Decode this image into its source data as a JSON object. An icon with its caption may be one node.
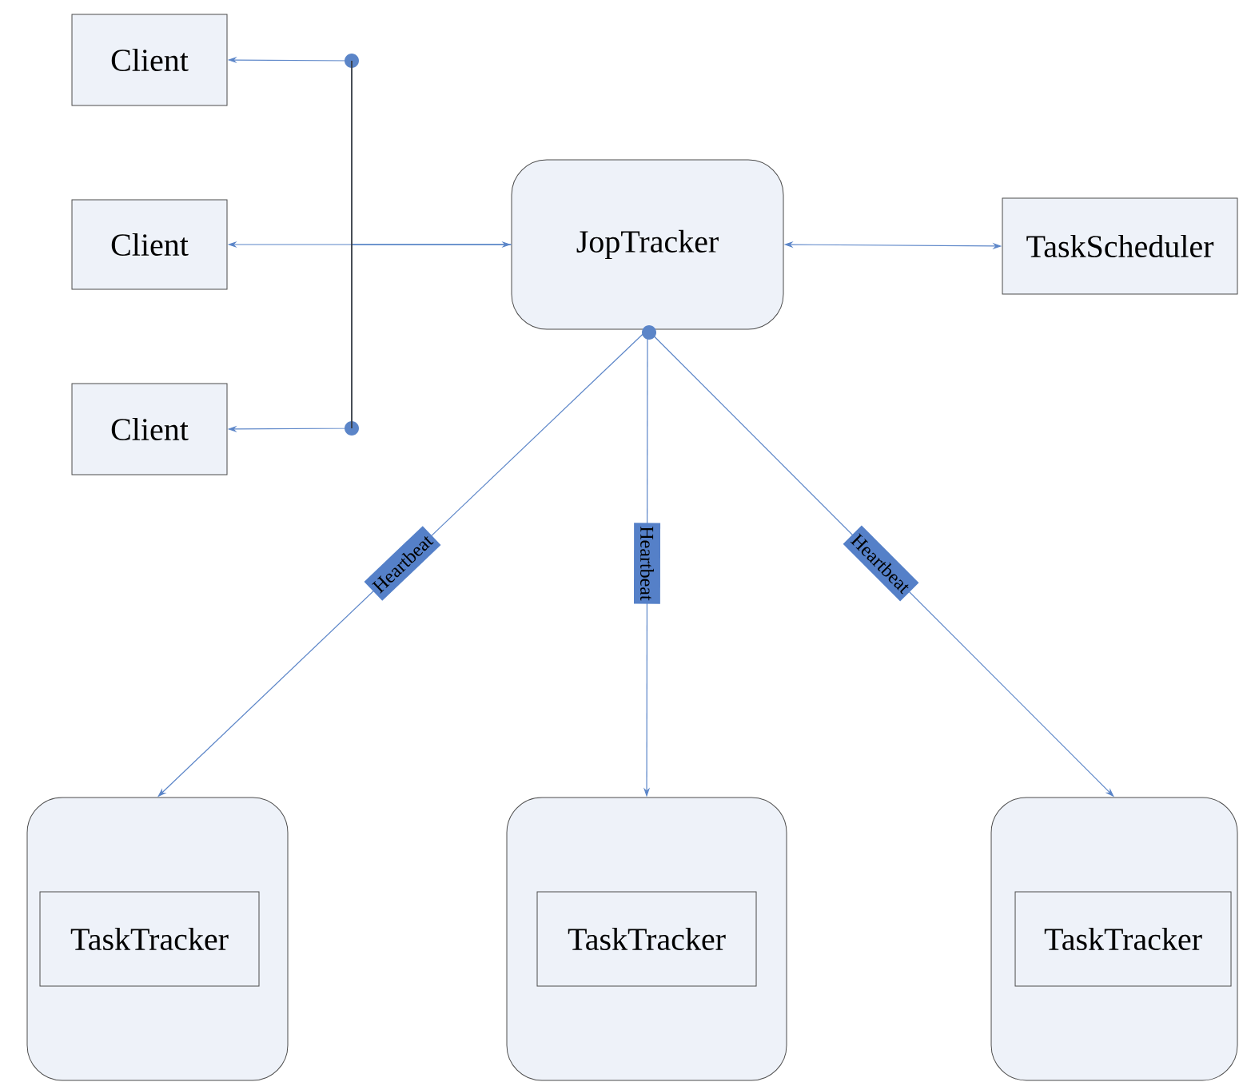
{
  "diagram": {
    "nodes": [
      {
        "text": [
          "Client"
        ]
      },
      {
        "text": [
          "Client"
        ]
      },
      {
        "text": [
          "Client"
        ]
      },
      {
        "text": [
          "JopTracker"
        ]
      },
      {
        "text": [
          "TaskScheduler"
        ]
      },
      {
        "text": [],
        "shape": "box"
      },
      {
        "text": [
          "TaskTracker"
        ],
        "in": 5
      },
      {
        "text": [],
        "shape": "box"
      },
      {
        "text": [
          "TaskTracker"
        ],
        "in": 7
      },
      {
        "text": [],
        "shape": "box"
      },
      {
        "text": [
          "TaskTracker"
        ],
        "in": 9
      }
    ],
    "edges": [
      {
        "from": 3,
        "to": 0,
        "arrow": "to"
      },
      {
        "from": 3,
        "to": 1,
        "arrow": "both"
      },
      {
        "from": 3,
        "to": 2,
        "arrow": "to"
      },
      {
        "from": 3,
        "to": 4,
        "arrow": "both"
      },
      {
        "from": 3,
        "to": 5,
        "arrow": "to",
        "label": "Heartbeat"
      },
      {
        "from": 3,
        "to": 7,
        "arrow": "to",
        "label": "Heartbeat"
      },
      {
        "from": 3,
        "to": 9,
        "arrow": "to",
        "label": "Heartbeat"
      }
    ]
  }
}
